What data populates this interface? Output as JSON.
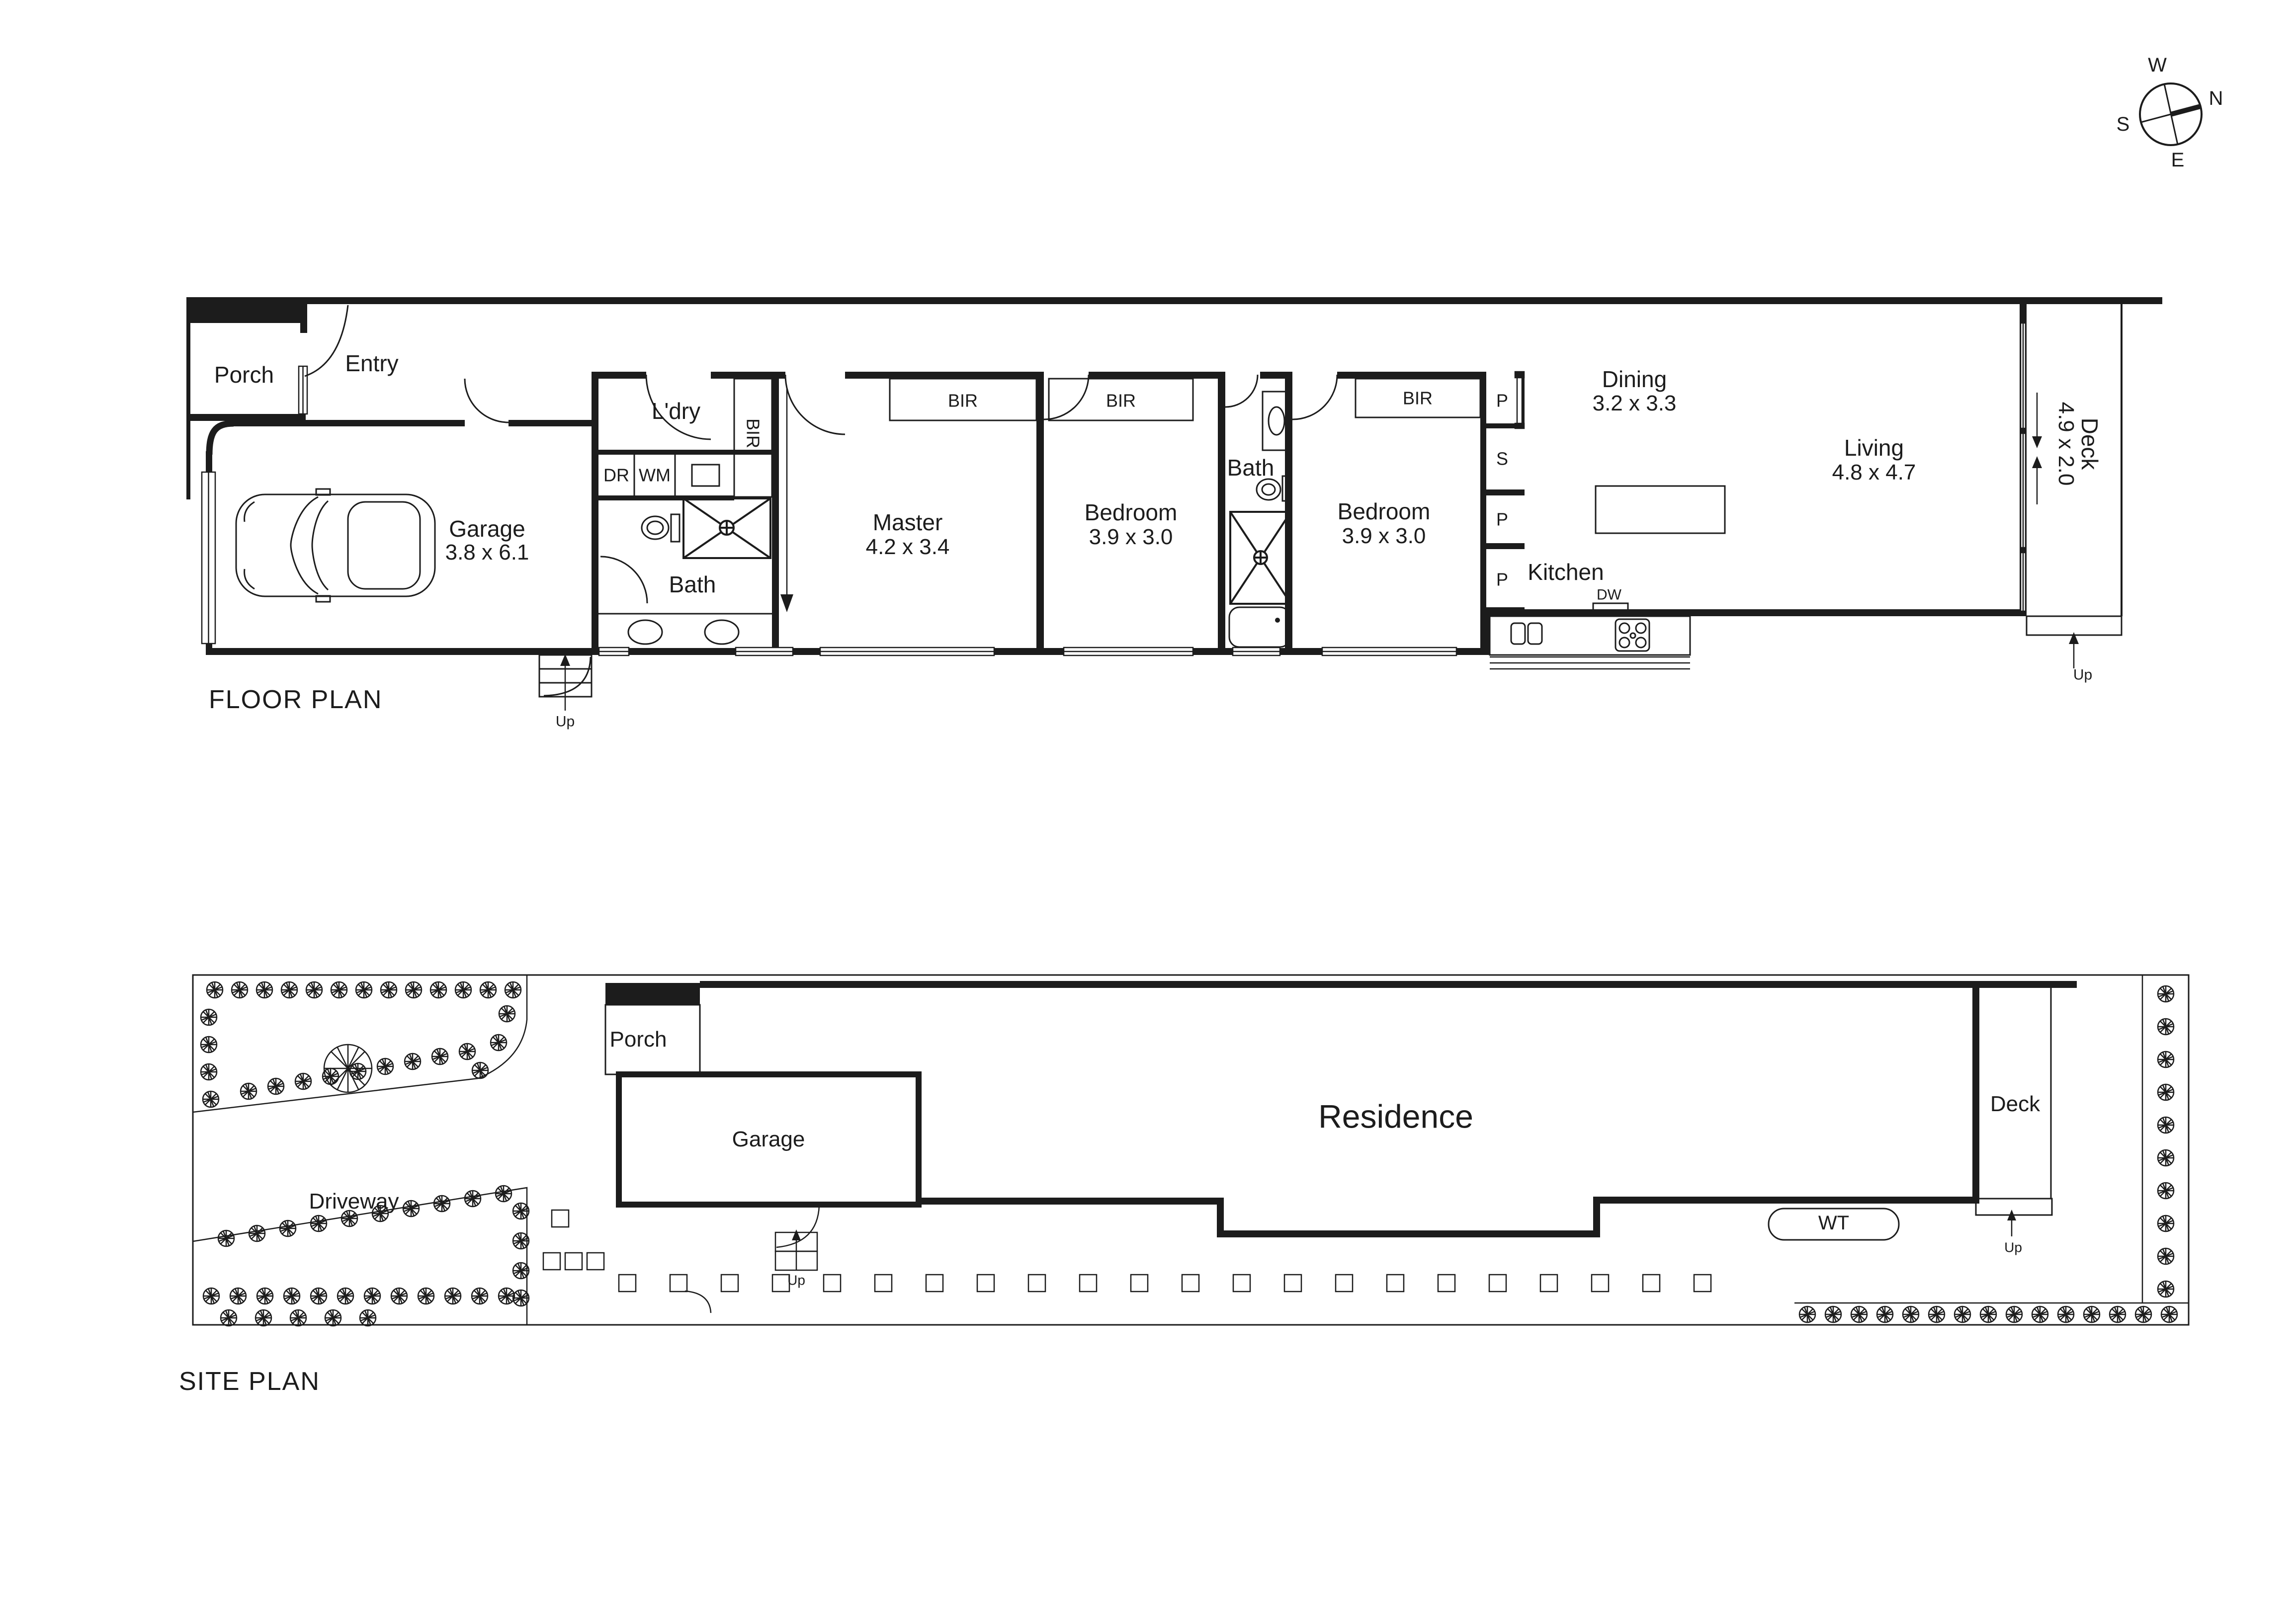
{
  "compass": {
    "w": "W",
    "n": "N",
    "s": "S",
    "e": "E"
  },
  "floor_plan": {
    "title": "FLOOR PLAN",
    "rooms": {
      "porch": "Porch",
      "entry": "Entry",
      "garage_name": "Garage",
      "garage_dims": "3.8 x 6.1",
      "laundry": "L'dry",
      "bath": "Bath",
      "master_name": "Master",
      "master_dims": "4.2 x 3.4",
      "bedroom_name": "Bedroom",
      "bedroom_dims": "3.9 x 3.0",
      "dining_name": "Dining",
      "dining_dims": "3.2 x 3.3",
      "kitchen": "Kitchen",
      "living_name": "Living",
      "living_dims": "4.8 x 4.7",
      "deck_name": "Deck",
      "deck_dims": "4.9 x 2.0"
    },
    "fixtures": {
      "dryer": "DR",
      "washer": "WM",
      "robe": "BIR",
      "pantry": "P",
      "store": "S",
      "dishwasher": "DW"
    },
    "nav": {
      "up": "Up"
    }
  },
  "site_plan": {
    "title": "SITE PLAN",
    "labels": {
      "porch": "Porch",
      "garage": "Garage",
      "residence": "Residence",
      "driveway": "Driveway",
      "deck": "Deck",
      "water_tank": "WT",
      "up": "Up"
    }
  },
  "colors": {
    "ink": "#1c1c1c",
    "paper": "#ffffff"
  }
}
